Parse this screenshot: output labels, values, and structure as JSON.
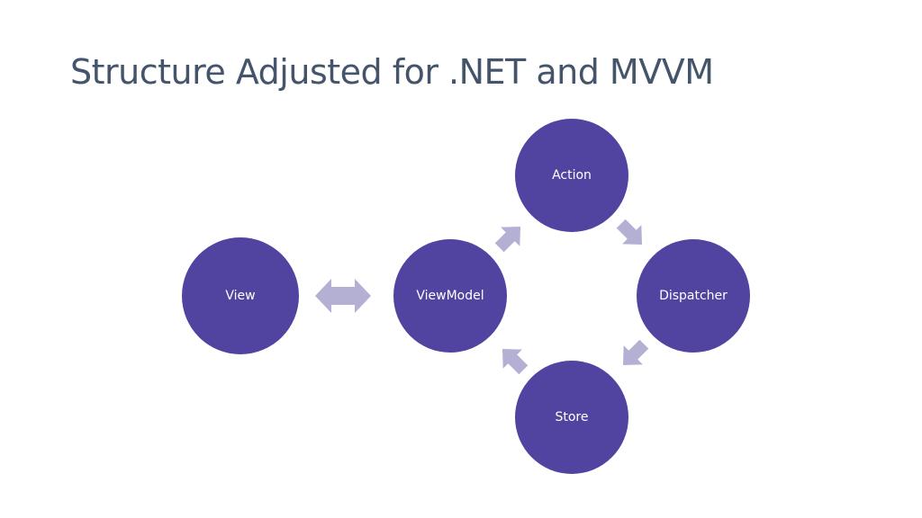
{
  "slide": {
    "title": "Structure Adjusted for .NET and MVVM"
  },
  "diagram": {
    "colors": {
      "node": "#5044a0",
      "arrow": "#b4b0d4",
      "title": "#44546a"
    },
    "nodes": [
      {
        "id": "view",
        "label": "View"
      },
      {
        "id": "viewmodel",
        "label": "ViewModel"
      },
      {
        "id": "action",
        "label": "Action"
      },
      {
        "id": "dispatcher",
        "label": "Dispatcher"
      },
      {
        "id": "store",
        "label": "Store"
      }
    ],
    "edges": [
      {
        "from": "view",
        "to": "viewmodel",
        "direction": "bidirectional"
      },
      {
        "from": "viewmodel",
        "to": "action",
        "direction": "forward"
      },
      {
        "from": "action",
        "to": "dispatcher",
        "direction": "forward"
      },
      {
        "from": "dispatcher",
        "to": "store",
        "direction": "forward"
      },
      {
        "from": "store",
        "to": "viewmodel",
        "direction": "forward"
      }
    ]
  }
}
